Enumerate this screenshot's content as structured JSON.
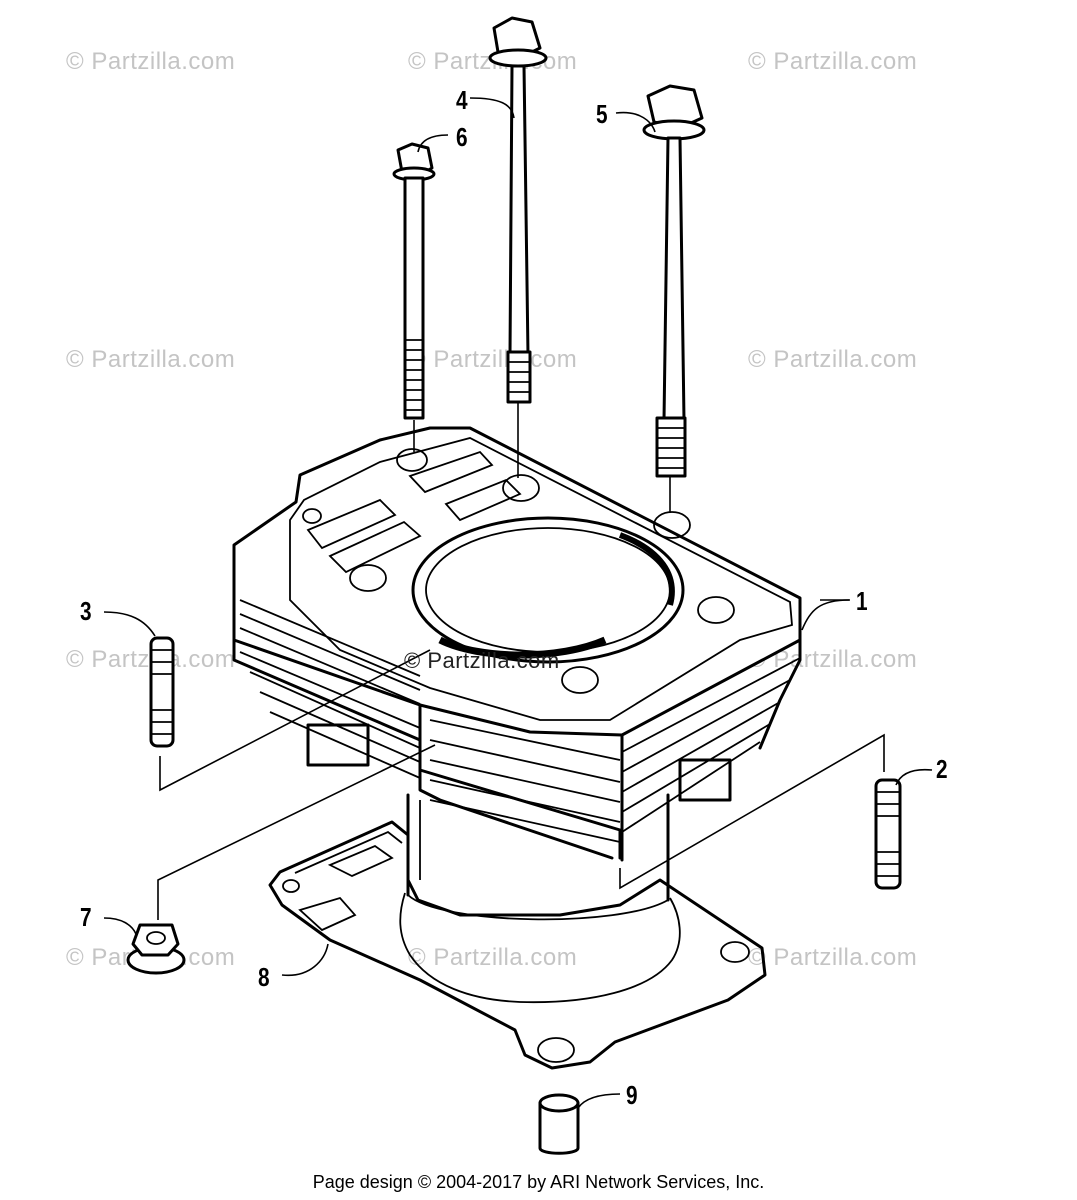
{
  "watermark": "© Partzilla.com",
  "center_watermark": "© Partzilla.com",
  "callouts": [
    "1",
    "2",
    "3",
    "4",
    "5",
    "6",
    "7",
    "8",
    "9"
  ],
  "footer": "Page design © 2004-2017 by ARI Network Services, Inc."
}
